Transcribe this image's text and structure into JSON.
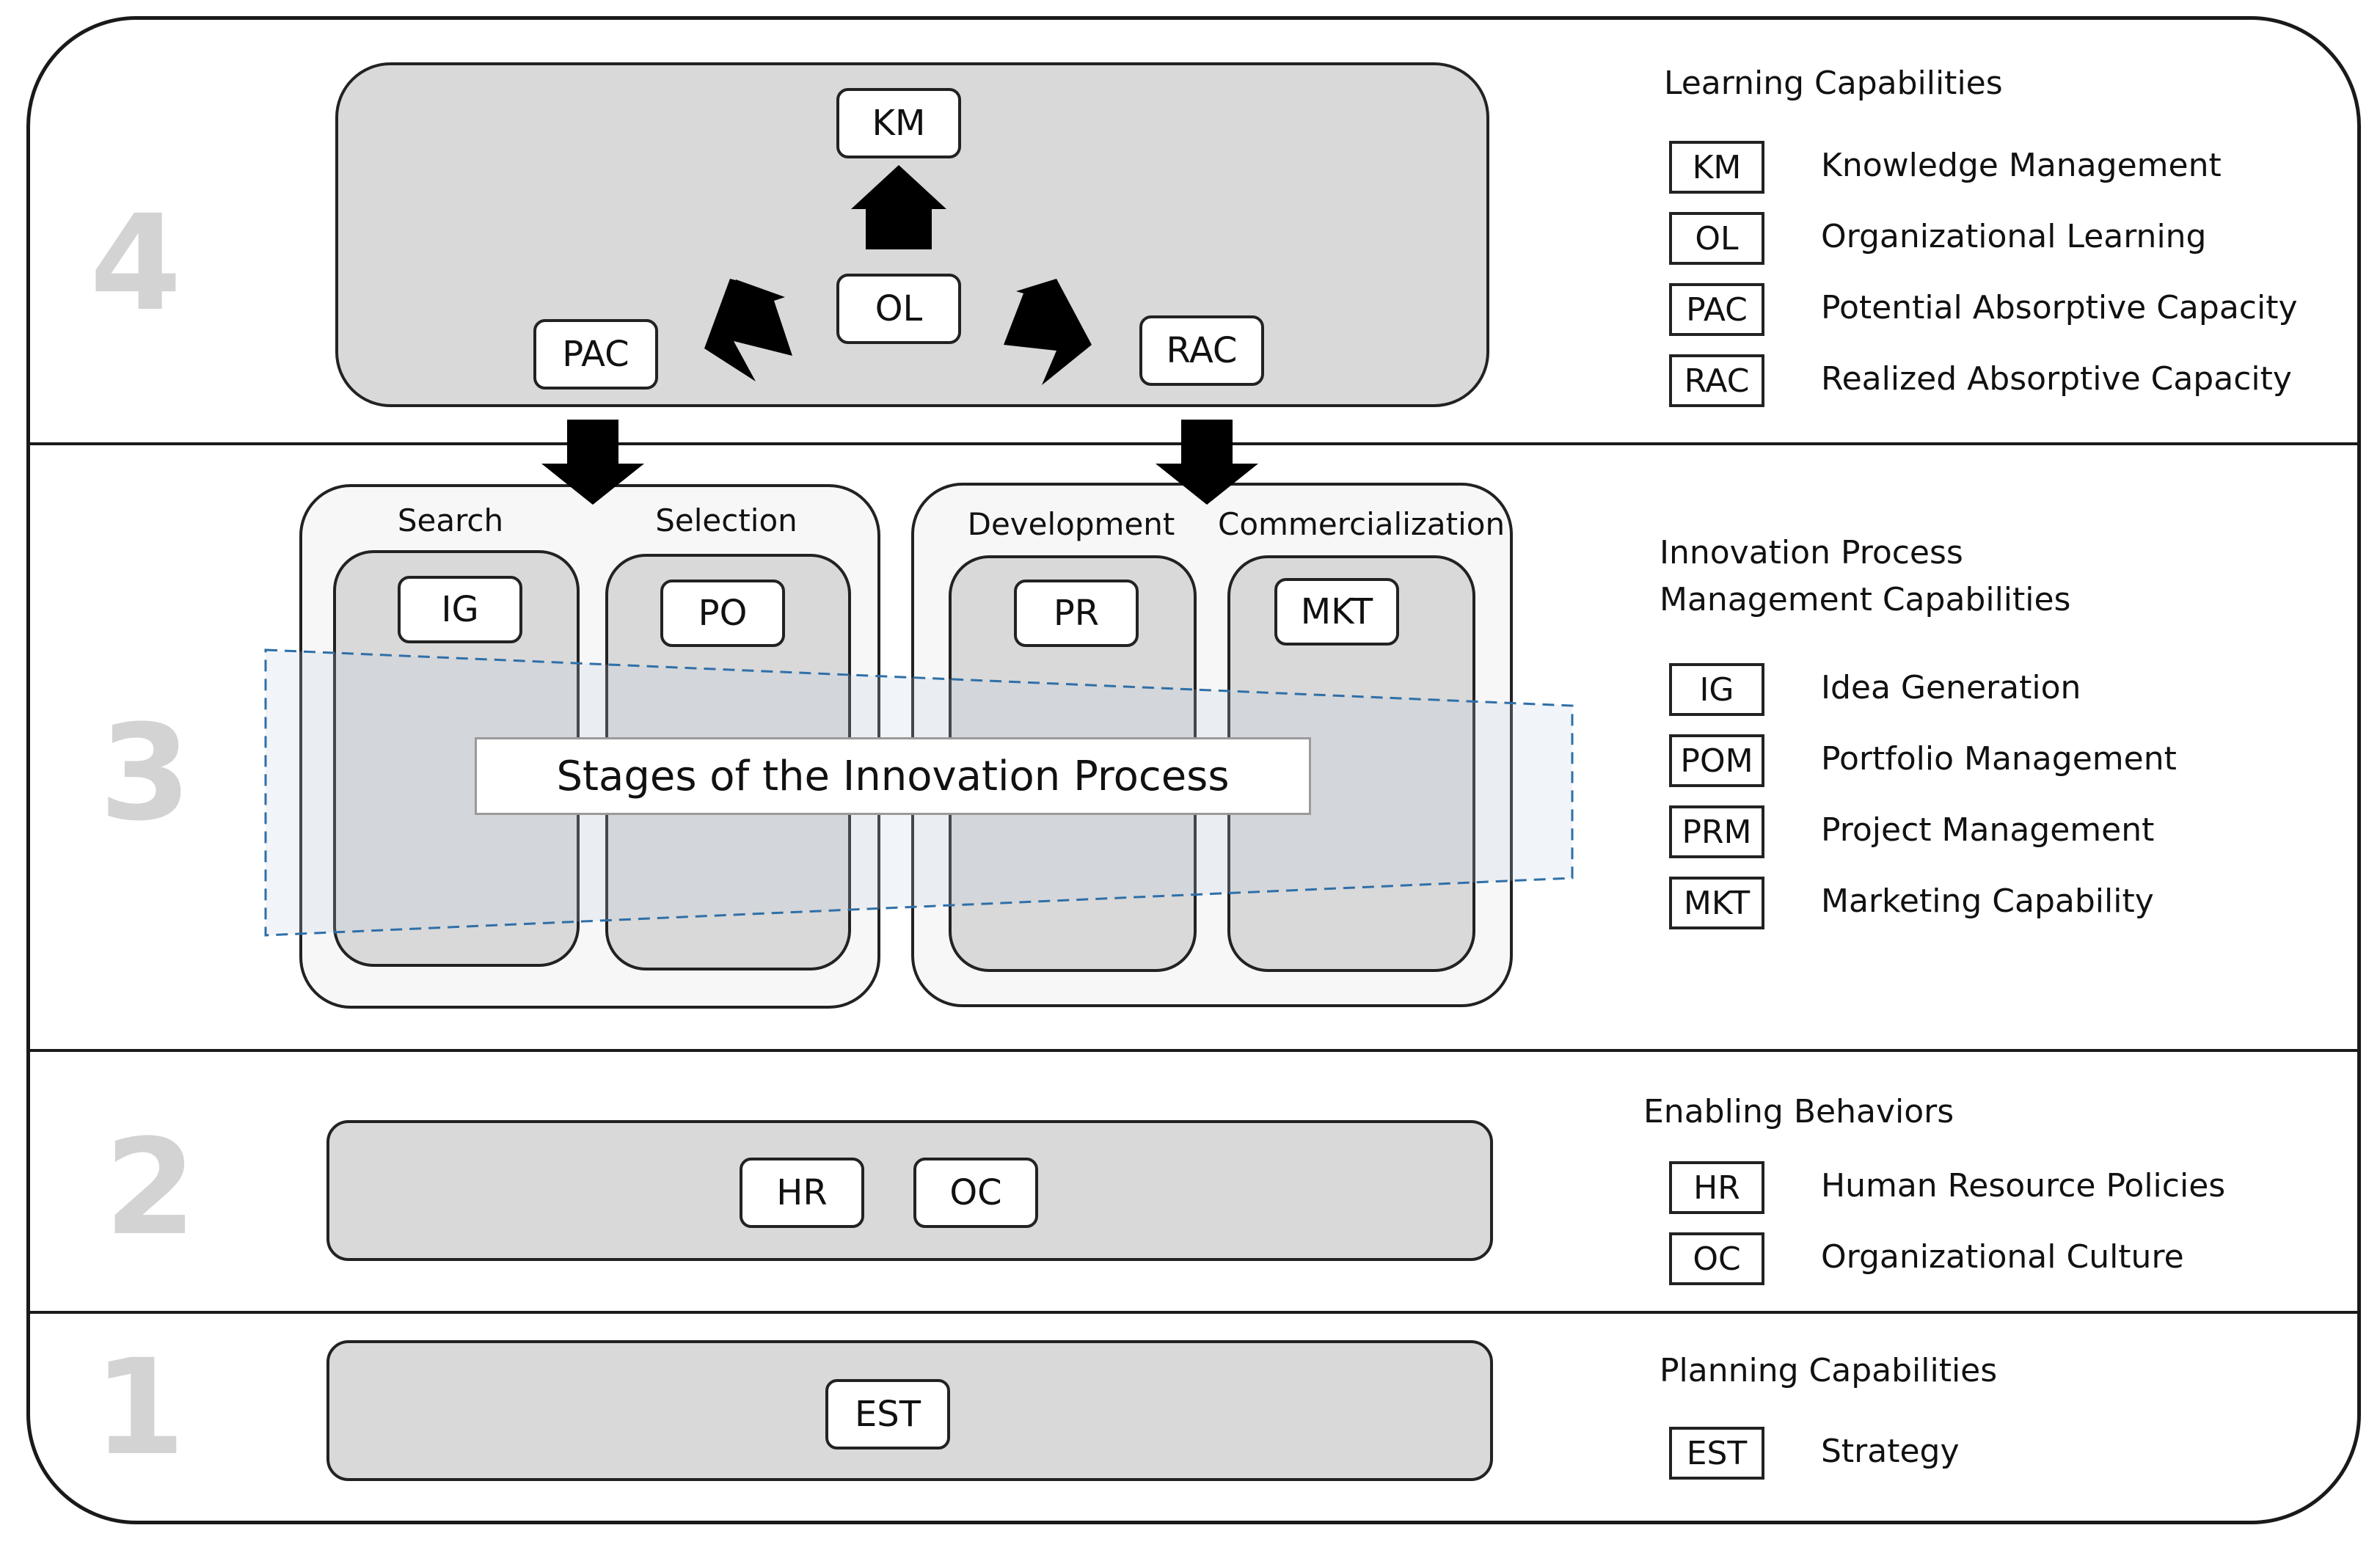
{
  "levels": {
    "l4": "4",
    "l3": "3",
    "l2": "2",
    "l1": "1"
  },
  "level4": {
    "km": "KM",
    "ol": "OL",
    "pac": "PAC",
    "rac": "RAC"
  },
  "level3": {
    "stages": {
      "search": "Search",
      "selection": "Selection",
      "development": "Development",
      "commercialization": "Commercialization"
    },
    "nodes": {
      "ig": "IG",
      "po": "PO",
      "pr": "PR",
      "mkt": "MKT"
    },
    "banner": "Stages of the Innovation Process"
  },
  "level2": {
    "hr": "HR",
    "oc": "OC"
  },
  "level1": {
    "est": "EST"
  },
  "legend": {
    "learning": {
      "heading": "Learning Capabilities",
      "items": [
        {
          "abbr": "KM",
          "label": "Knowledge Management"
        },
        {
          "abbr": "OL",
          "label": "Organizational Learning"
        },
        {
          "abbr": "PAC",
          "label": "Potential Absorptive Capacity"
        },
        {
          "abbr": "RAC",
          "label": "Realized Absorptive Capacity"
        }
      ]
    },
    "innovation": {
      "heading_line1": "Innovation Process",
      "heading_line2": "Management Capabilities",
      "items": [
        {
          "abbr": "IG",
          "label": "Idea Generation"
        },
        {
          "abbr": "POM",
          "label": "Portfolio Management"
        },
        {
          "abbr": "PRM",
          "label": "Project Management"
        },
        {
          "abbr": "MKT",
          "label": "Marketing Capability"
        }
      ]
    },
    "enabling": {
      "heading": "Enabling Behaviors",
      "items": [
        {
          "abbr": "HR",
          "label": "Human Resource Policies"
        },
        {
          "abbr": "OC",
          "label": "Organizational Culture"
        }
      ]
    },
    "planning": {
      "heading": "Planning Capabilities",
      "items": [
        {
          "abbr": "EST",
          "label": "Strategy"
        }
      ]
    }
  },
  "colors": {
    "panel": "#d9d9d9",
    "stage_box": "#f7f7f7",
    "level_number": "#d3d3d3",
    "dashed_overlay": "#2f6fa8"
  }
}
